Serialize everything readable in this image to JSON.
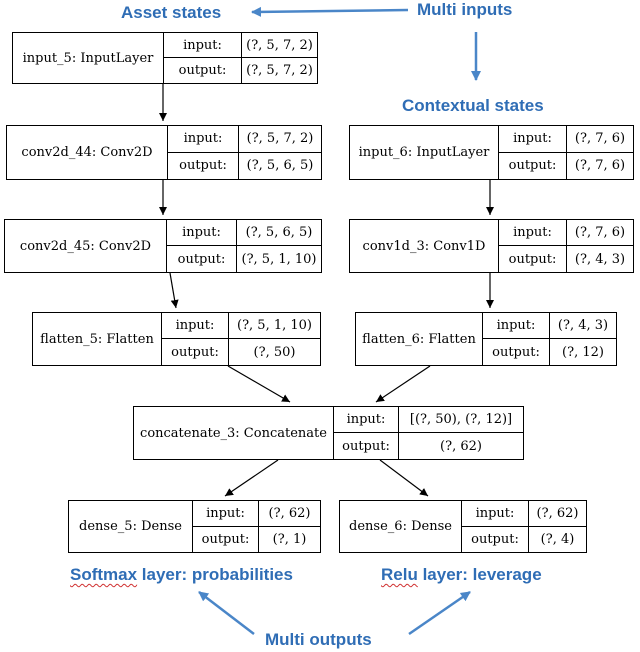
{
  "annotations": {
    "asset_states": "Asset states",
    "multi_inputs": "Multi inputs",
    "contextual_states": "Contextual states",
    "softmax_prefix": "Softmax",
    "softmax_rest": " layer: probabilities",
    "relu_prefix": "Relu",
    "relu_rest": " layer: leverage",
    "multi_outputs": "Multi outputs"
  },
  "labels": {
    "input": "input:",
    "output": "output:"
  },
  "layers": {
    "input_5": {
      "name": "input_5: InputLayer",
      "input": "(?, 5, 7, 2)",
      "output": "(?, 5, 7, 2)"
    },
    "conv2d_44": {
      "name": "conv2d_44: Conv2D",
      "input": "(?, 5, 7, 2)",
      "output": "(?, 5, 6, 5)"
    },
    "conv2d_45": {
      "name": "conv2d_45: Conv2D",
      "input": "(?, 5, 6, 5)",
      "output": "(?, 5, 1, 10)"
    },
    "flatten_5": {
      "name": "flatten_5: Flatten",
      "input": "(?, 5, 1, 10)",
      "output": "(?, 50)"
    },
    "input_6": {
      "name": "input_6: InputLayer",
      "input": "(?, 7, 6)",
      "output": "(?, 7, 6)"
    },
    "conv1d_3": {
      "name": "conv1d_3: Conv1D",
      "input": "(?, 7, 6)",
      "output": "(?, 4, 3)"
    },
    "flatten_6": {
      "name": "flatten_6: Flatten",
      "input": "(?, 4, 3)",
      "output": "(?, 12)"
    },
    "concatenate_3": {
      "name": "concatenate_3: Concatenate",
      "input": "[(?, 50), (?, 12)]",
      "output": "(?, 62)"
    },
    "dense_5": {
      "name": "dense_5: Dense",
      "input": "(?, 62)",
      "output": "(?, 1)"
    },
    "dense_6": {
      "name": "dense_6: Dense",
      "input": "(?, 62)",
      "output": "(?, 4)"
    }
  }
}
